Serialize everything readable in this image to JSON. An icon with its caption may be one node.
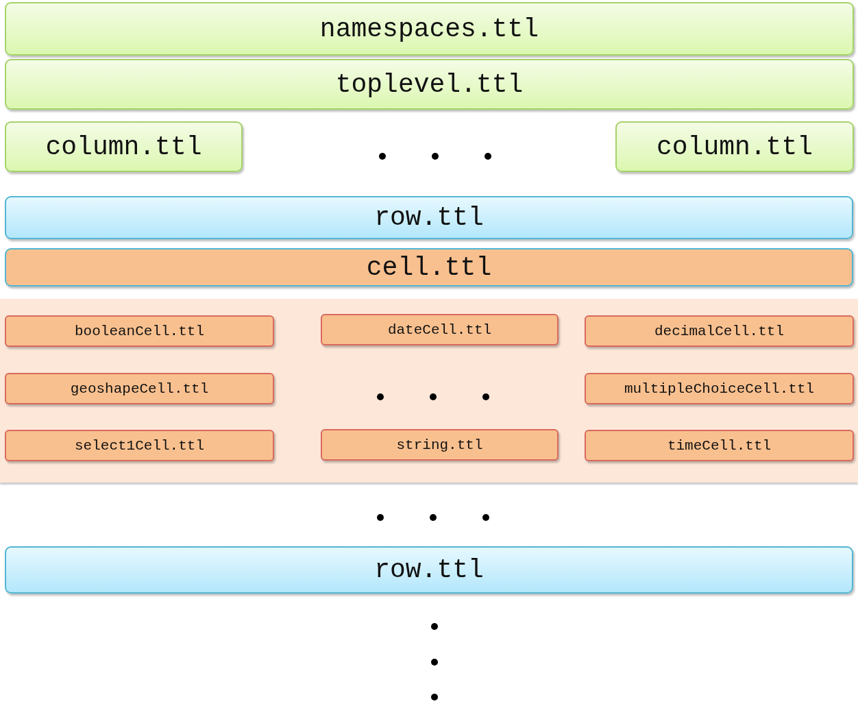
{
  "diagram": {
    "nodes": [
      {
        "text": [
          "namespaces.ttl"
        ]
      },
      {
        "text": [
          "toplevel.ttl"
        ]
      },
      {
        "text": [
          "column.ttl"
        ]
      },
      {
        "text": [
          "column.ttl"
        ]
      },
      {
        "text": [
          "row.ttl"
        ]
      },
      {
        "text": [
          "cell.ttl"
        ]
      },
      {
        "text": [],
        "shape": "band"
      },
      {
        "text": [
          "booleanCell.ttl"
        ],
        "in": 6
      },
      {
        "text": [
          "dateCell.ttl"
        ],
        "in": 6
      },
      {
        "text": [
          "decimalCell.ttl"
        ],
        "in": 6
      },
      {
        "text": [
          "geoshapeCell.ttl"
        ],
        "in": 6
      },
      {
        "text": [
          "multipleChoiceCell.ttl"
        ],
        "in": 6
      },
      {
        "text": [
          "select1Cell.ttl"
        ],
        "in": 6
      },
      {
        "text": [
          "string.ttl"
        ],
        "in": 6
      },
      {
        "text": [
          "timeCell.ttl"
        ],
        "in": 6
      },
      {
        "text": [
          "row.ttl"
        ]
      }
    ],
    "edges": []
  }
}
